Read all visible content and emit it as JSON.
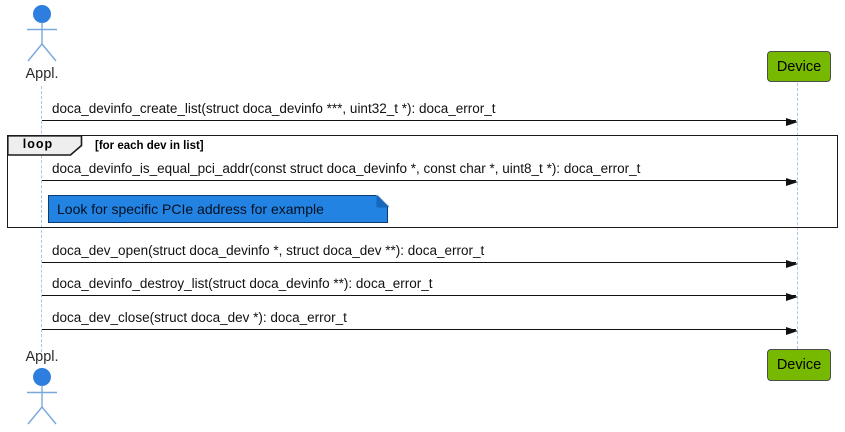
{
  "diagram": {
    "type": "sequence-diagram",
    "participants": {
      "appl": {
        "label": "Appl.",
        "kind": "actor"
      },
      "device": {
        "label": "Device",
        "kind": "participant"
      }
    },
    "messages": [
      {
        "from": "Appl.",
        "to": "Device",
        "text": "doca_devinfo_create_list(struct doca_devinfo ***, uint32_t *): doca_error_t"
      },
      {
        "from": "Appl.",
        "to": "Device",
        "text": "doca_devinfo_is_equal_pci_addr(const struct doca_devinfo *, const char *, uint8_t *): doca_error_t"
      },
      {
        "from": "Appl.",
        "to": "Device",
        "text": "doca_dev_open(struct doca_devinfo *, struct doca_dev **): doca_error_t"
      },
      {
        "from": "Appl.",
        "to": "Device",
        "text": "doca_devinfo_destroy_list(struct doca_devinfo **): doca_error_t"
      },
      {
        "from": "Appl.",
        "to": "Device",
        "text": "doca_dev_close(struct doca_dev *): doca_error_t"
      }
    ],
    "fragment": {
      "operator": "loop",
      "condition": "[for each dev in list]",
      "contains_message_index": 1
    },
    "note": {
      "text": "Look for specific PCIe address for example"
    },
    "colors": {
      "background": "#FFFFFF",
      "actor_head": "#2E7EE0",
      "actor_limbs": "#7AA7DC",
      "lifeline": "#A9C7E8",
      "device_fill": "#76B900",
      "device_border": "#4D4D4D",
      "note_fill": "#2283E3",
      "note_border": "#0D3B6D",
      "fragment_border": "#1A1A1A",
      "fragment_label_fill": "#EEEEEE",
      "message_line": "#111111"
    }
  }
}
